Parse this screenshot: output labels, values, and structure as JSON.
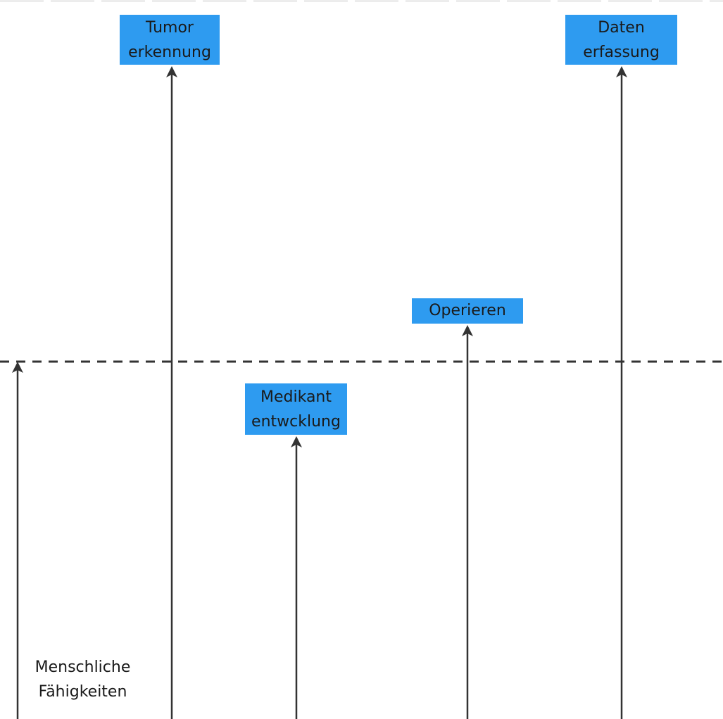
{
  "diagram": {
    "colors": {
      "box_fill": "#2E9BF0",
      "box_text": "#1A1A1A",
      "line": "#333333",
      "faint_line": "#E9E9E9",
      "bg": "#FFFFFF"
    },
    "boxes": [
      {
        "id": "tumor-erkennung",
        "lines": [
          "Tumor",
          "erkennung"
        ]
      },
      {
        "id": "daten-erfassung",
        "lines": [
          "Daten",
          "erfassung"
        ]
      },
      {
        "id": "operieren",
        "lines": [
          "Operieren"
        ]
      },
      {
        "id": "medikant-entwcklung",
        "lines": [
          "Medikant",
          "entwcklung"
        ]
      }
    ],
    "threshold_label": {
      "lines": [
        "Menschliche",
        "Fähigkeiten"
      ]
    },
    "arrows": [
      {
        "id": "human-capability-arrow"
      },
      {
        "id": "tumor-erkennung-arrow"
      },
      {
        "id": "medikant-entwcklung-arrow"
      },
      {
        "id": "operieren-arrow"
      },
      {
        "id": "daten-erfassung-arrow"
      }
    ]
  }
}
